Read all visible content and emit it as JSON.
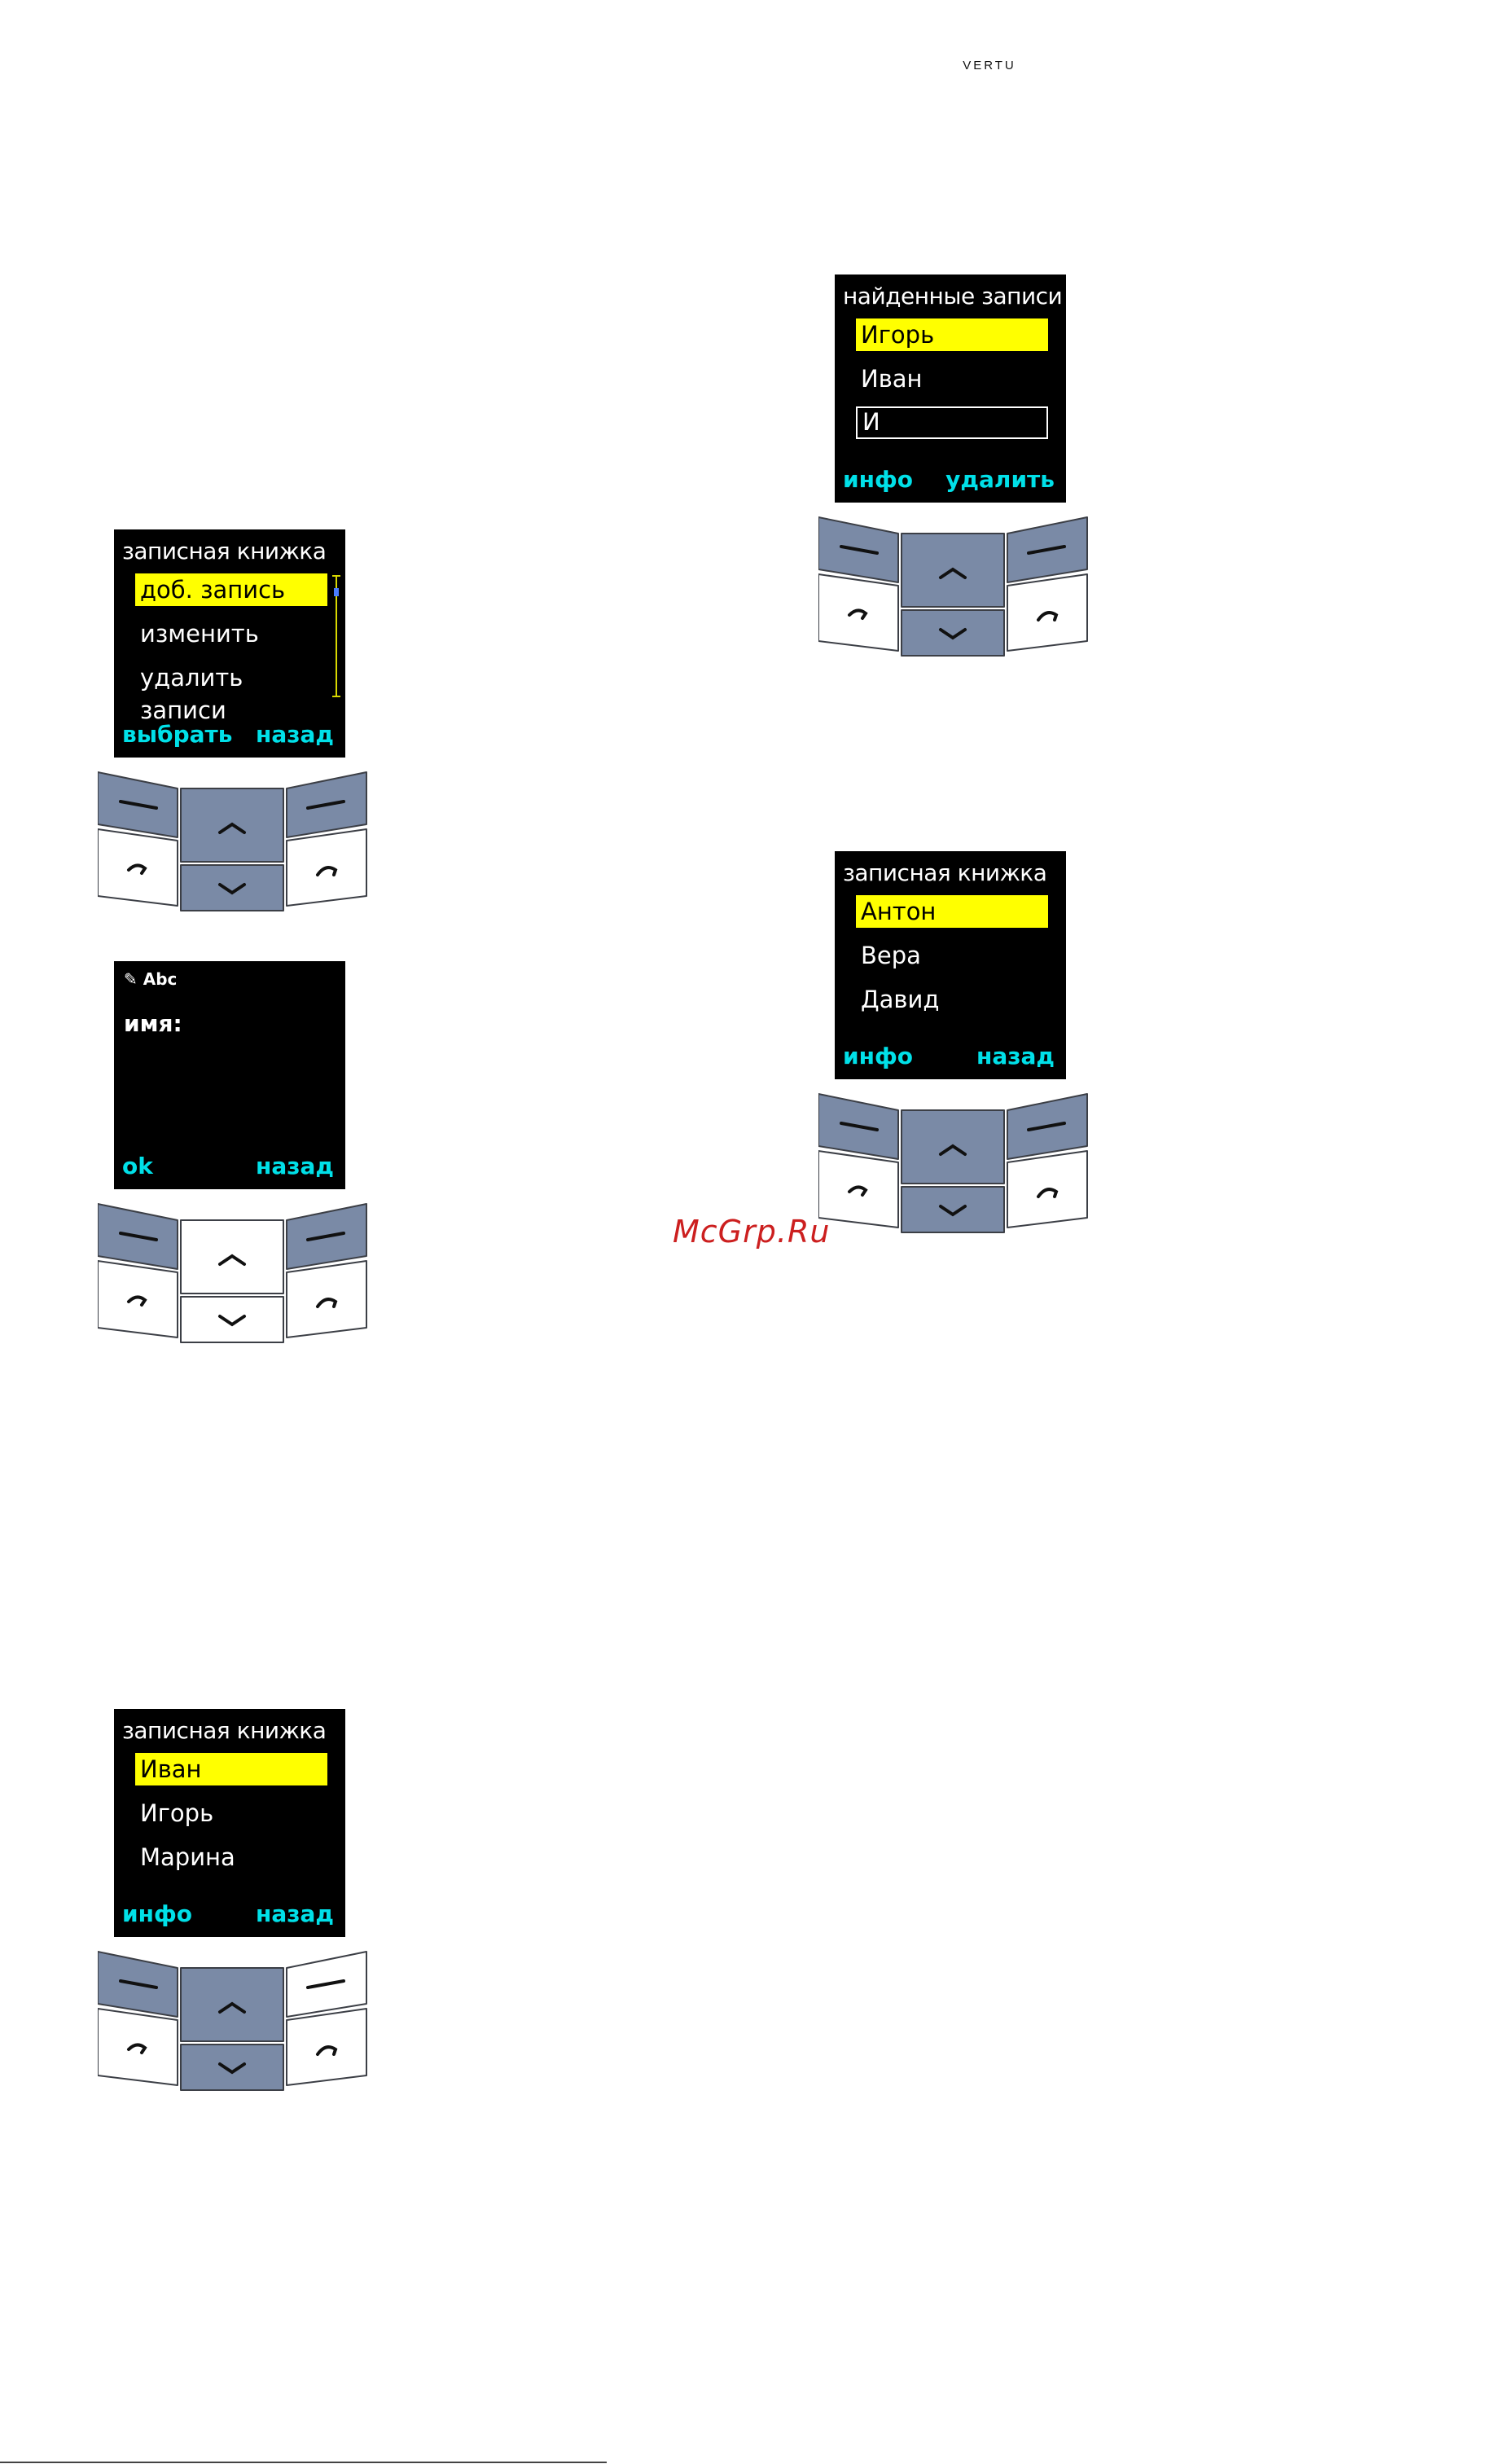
{
  "brand": "VERTU",
  "watermark": "McGrp.Ru",
  "screens": [
    {
      "title": "записная книжка",
      "items": [
        "доб. запись",
        "изменить",
        "удалить записи"
      ],
      "selected": 0,
      "left_soft": "выбрать",
      "right_soft": "назад",
      "scrollbar": true,
      "keys_highlighted": [
        "left-soft",
        "right-soft",
        "up",
        "down"
      ]
    },
    {
      "status": "Abc",
      "label": "имя:",
      "left_soft": "ok",
      "right_soft": "назад",
      "keys_highlighted": [
        "left-soft",
        "right-soft"
      ]
    },
    {
      "title": "записная книжка",
      "items": [
        "Иван",
        "Игорь",
        "Марина"
      ],
      "selected": 0,
      "left_soft": "инфо",
      "right_soft": "назад",
      "keys_highlighted": [
        "left-soft",
        "up",
        "down"
      ]
    },
    {
      "title": "найденные записи",
      "items": [
        "Игорь",
        "Иван"
      ],
      "selected": 0,
      "search_text": "И",
      "left_soft": "инфо",
      "right_soft": "удалить",
      "keys_highlighted": [
        "left-soft",
        "right-soft",
        "up",
        "down"
      ]
    },
    {
      "title": "записная книжка",
      "items": [
        "Антон",
        "Вера",
        "Давид"
      ],
      "selected": 0,
      "left_soft": "инфо",
      "right_soft": "назад",
      "keys_highlighted": [
        "left-soft",
        "right-soft",
        "up",
        "down"
      ]
    }
  ],
  "icons": {
    "pen": "pen-icon",
    "call": "call-key-icon",
    "end": "end-key-icon",
    "up": "chevron-up-icon",
    "down": "chevron-down-icon"
  },
  "colors": {
    "screen_bg": "#000000",
    "highlight": "#ffff00",
    "softkey_text": "#00e0e8",
    "key_active": "#7a8aa6",
    "key_inactive": "#ffffff"
  }
}
